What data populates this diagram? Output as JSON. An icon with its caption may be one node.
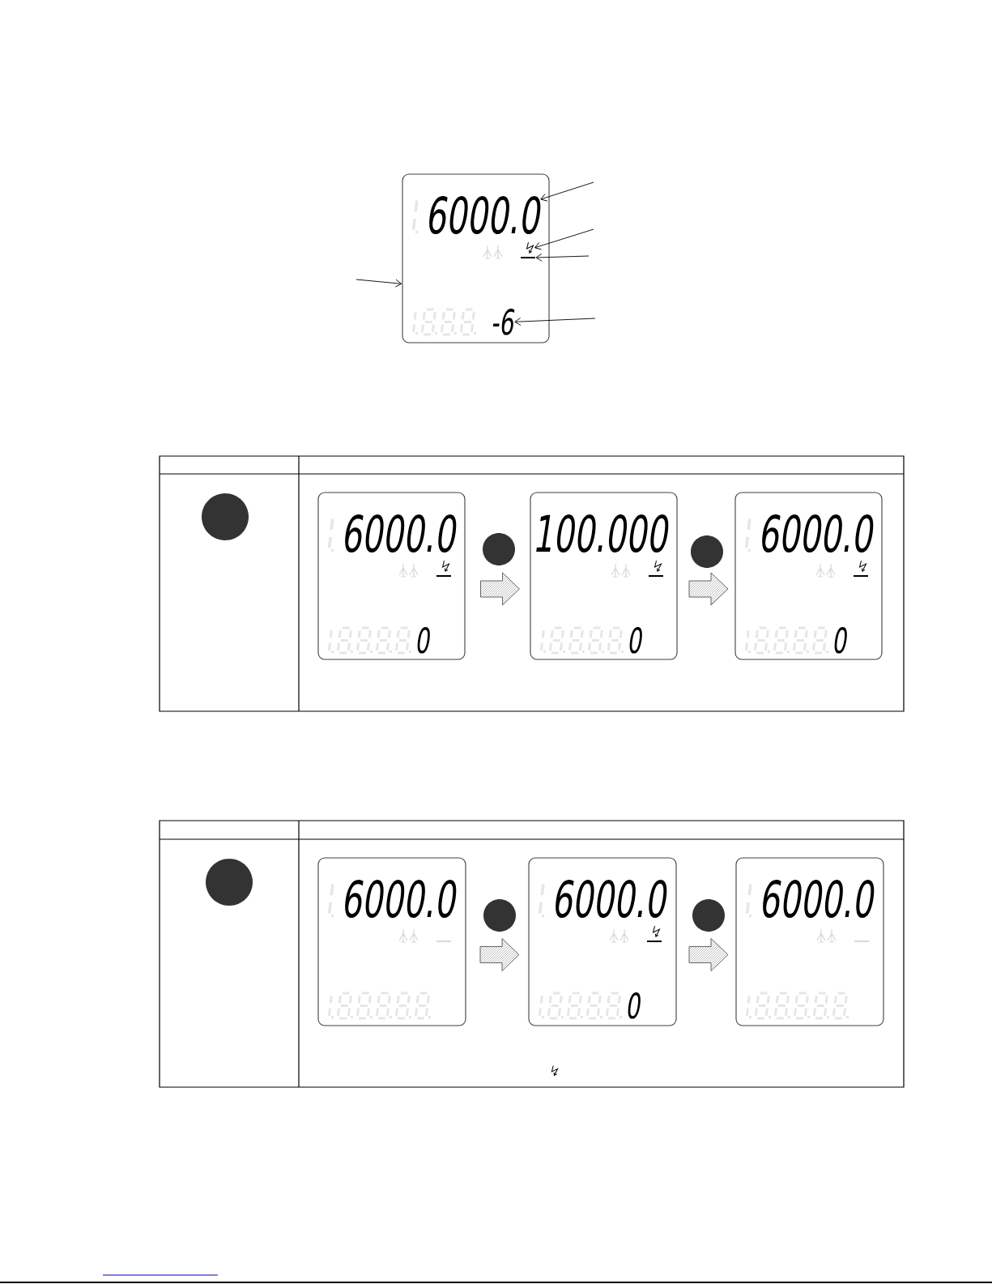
{
  "diagram": {
    "nodes": [
      {
        "text": [],
        "shape": "box"
      },
      {
        "text": [
          "6000.0"
        ],
        "in": 0
      },
      {
        "text": [],
        "shape": "picture",
        "in": 0
      },
      {
        "text": [],
        "shape": "bar",
        "in": 0
      },
      {
        "text": [
          "-6"
        ],
        "in": 0
      },
      {
        "text": [
          "6000.0",
          "0"
        ]
      },
      {
        "text": [
          "100.000",
          "0"
        ]
      },
      {
        "text": [
          "6000.0",
          "0"
        ]
      },
      {
        "text": [
          "6000.0"
        ]
      },
      {
        "text": [
          "6000.0",
          "0"
        ]
      },
      {
        "text": [
          "6000.0"
        ]
      }
    ],
    "edges": [
      {
        "from": null,
        "to": 1,
        "arrow": "to"
      },
      {
        "from": null,
        "to": 2,
        "arrow": "to"
      },
      {
        "from": null,
        "to": 3,
        "arrow": "to"
      },
      {
        "from": null,
        "to": 0,
        "arrow": "to"
      },
      {
        "from": null,
        "to": 4,
        "arrow": "to"
      },
      {
        "from": 5,
        "to": 6,
        "arrow": "to",
        "style": "thick",
        "color": "#555555"
      },
      {
        "from": 6,
        "to": 7,
        "arrow": "to",
        "style": "thick",
        "color": "#555555"
      },
      {
        "from": 8,
        "to": 9,
        "arrow": "to",
        "style": "thick",
        "color": "#555555"
      },
      {
        "from": 9,
        "to": 10,
        "arrow": "to",
        "style": "thick",
        "color": "#555555"
      }
    ]
  }
}
